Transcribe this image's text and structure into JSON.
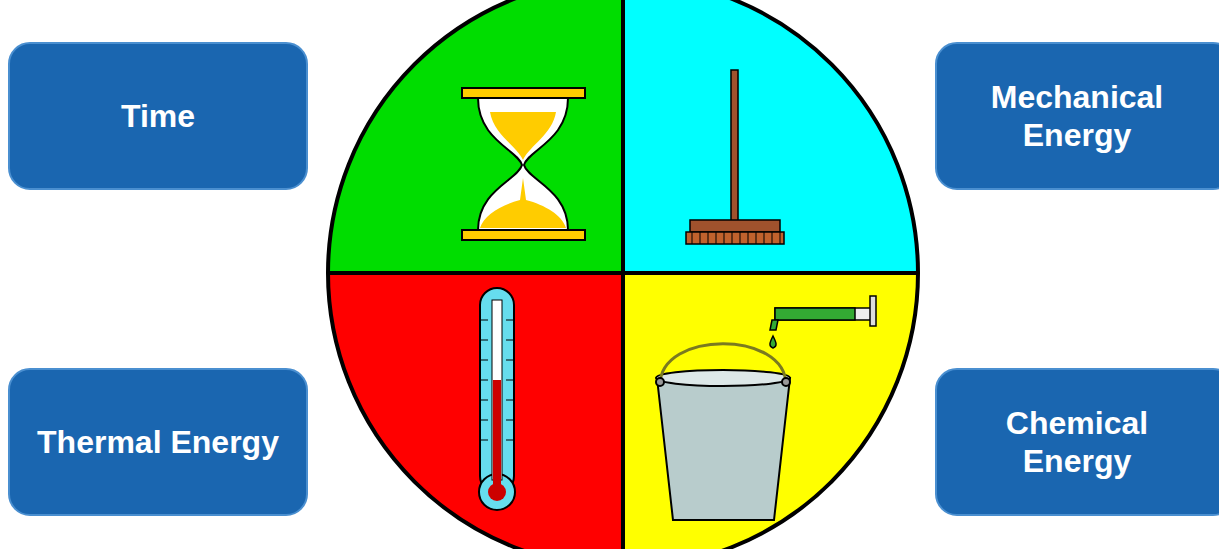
{
  "diagram": {
    "nodes": [
      {
        "text": [
          "Time"
        ]
      },
      {
        "text": [
          "Mechanical Energy"
        ]
      },
      {
        "text": [
          "Thermal Energy"
        ]
      },
      {
        "text": [
          "Chemical Energy"
        ]
      }
    ]
  }
}
